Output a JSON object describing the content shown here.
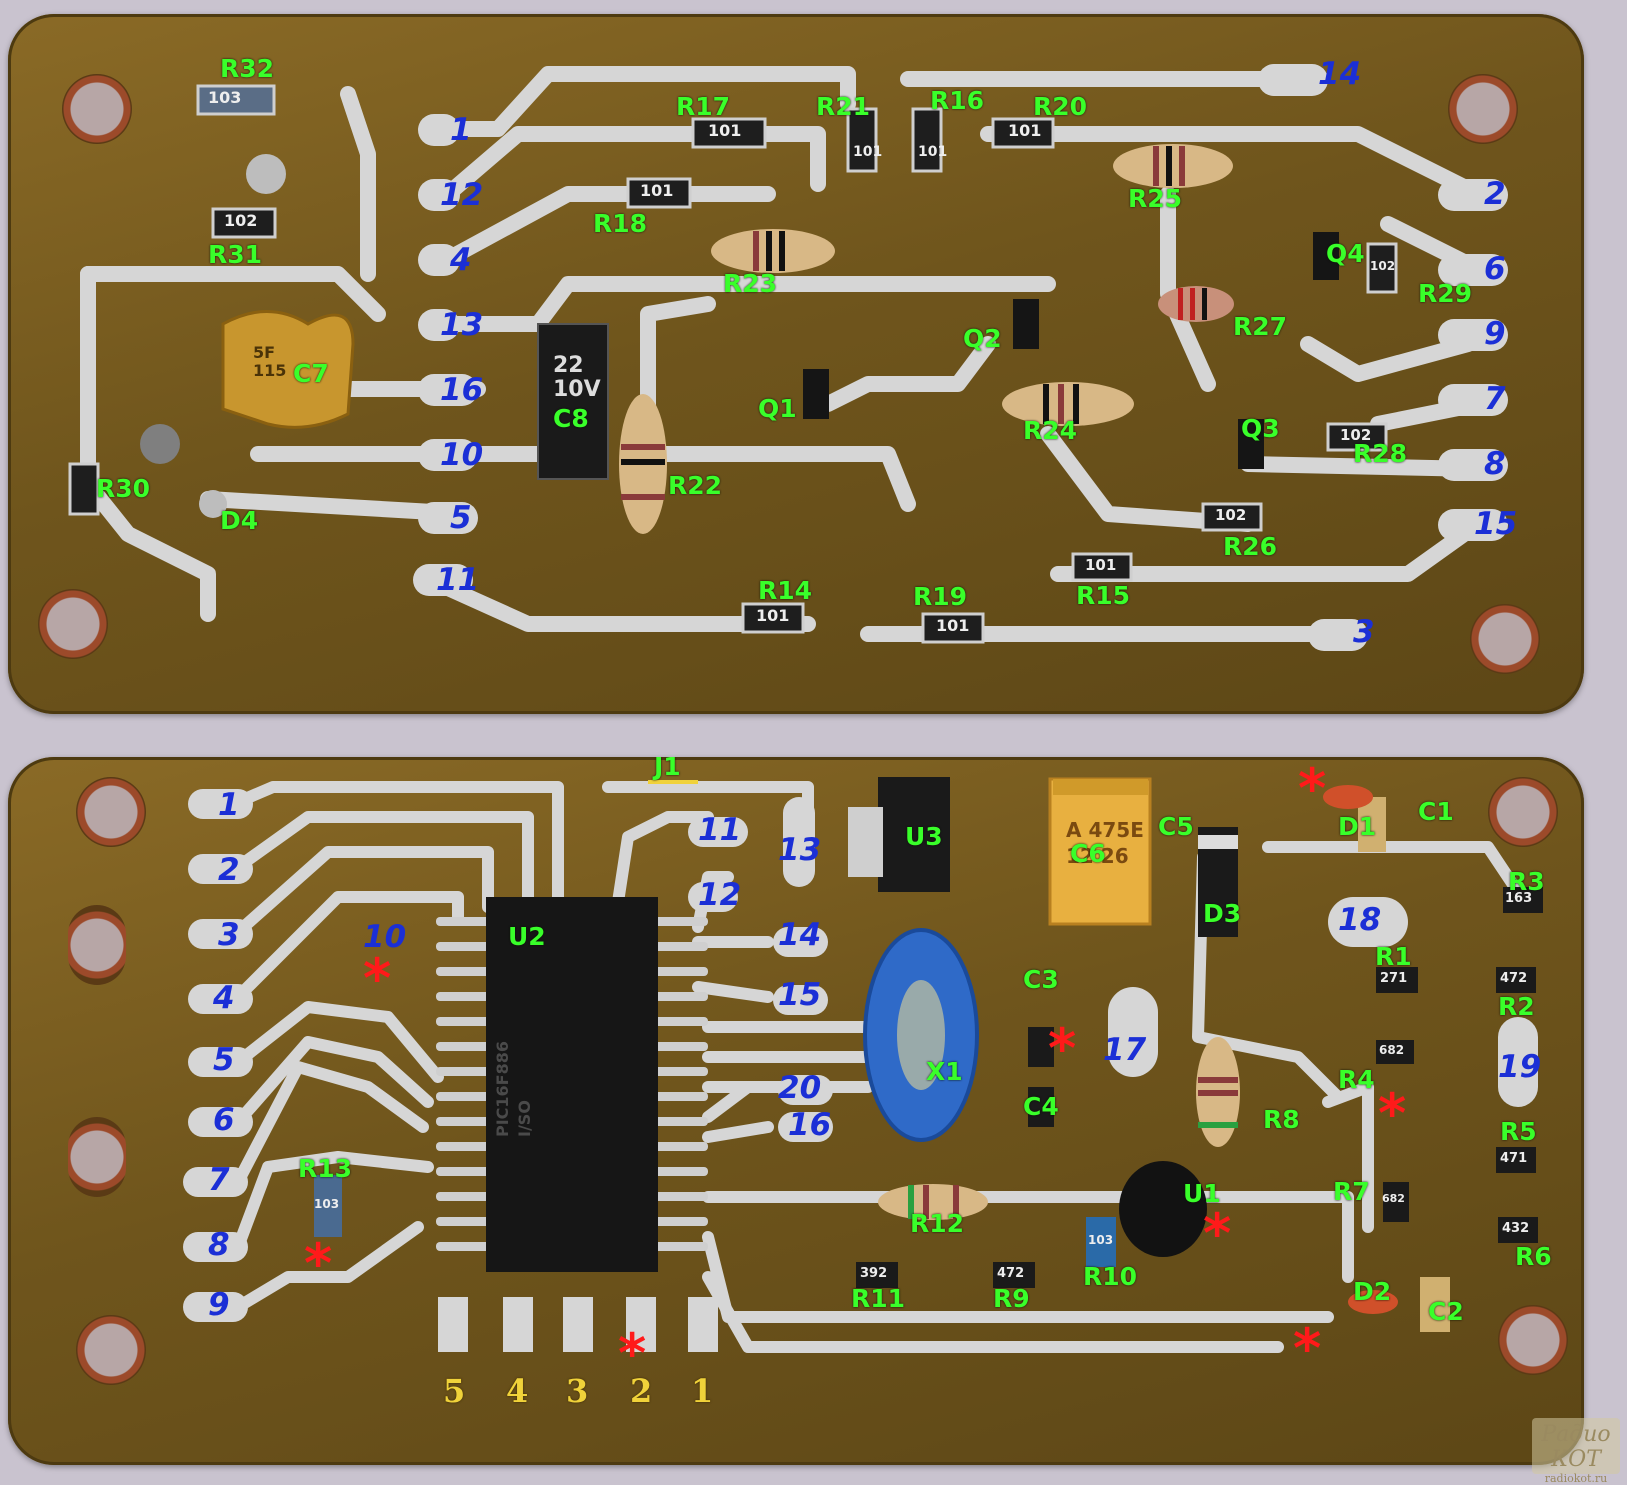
{
  "top_board": {
    "component_labels": [
      "R32",
      "R17",
      "R21",
      "R16",
      "R20",
      "R31",
      "R18",
      "R25",
      "Q4",
      "R29",
      "R23",
      "R27",
      "C7",
      "C8",
      "Q1",
      "Q2",
      "Q3",
      "R24",
      "R28",
      "R30",
      "D4",
      "R22",
      "R26",
      "R15",
      "R14",
      "R19"
    ],
    "pin_labels": [
      "14",
      "1",
      "12",
      "2",
      "6",
      "4",
      "13",
      "9",
      "16",
      "7",
      "10",
      "8",
      "5",
      "15",
      "11",
      "3"
    ],
    "resistor_markings": [
      "103",
      "101",
      "101",
      "101",
      "101",
      "102",
      "101",
      "102",
      "102",
      "102",
      "101",
      "101",
      "101"
    ],
    "capacitor_markings": {
      "c7": "5F\n115",
      "c8": "22\n10V"
    }
  },
  "bottom_board": {
    "component_labels": [
      "J1",
      "U3",
      "C5",
      "C6",
      "D1",
      "C1",
      "D3",
      "R3",
      "U2",
      "C3",
      "R1",
      "R2",
      "X1",
      "R4",
      "C4",
      "R8",
      "R5",
      "R13",
      "R12",
      "U1",
      "R7",
      "R6",
      "R11",
      "R9",
      "R10",
      "D2",
      "C2"
    ],
    "pin_labels": [
      "1",
      "11",
      "13",
      "12",
      "2",
      "3",
      "10",
      "14",
      "18",
      "4",
      "15",
      "17",
      "5",
      "19",
      "20",
      "6",
      "16",
      "7",
      "8",
      "9"
    ],
    "edge_pin_labels": [
      "5",
      "4",
      "3",
      "2",
      "1"
    ],
    "chip_markings": {
      "u2": "PIC16F886\nI/SO"
    },
    "resistor_markings": [
      "163",
      "271",
      "472",
      "682",
      "471",
      "682",
      "432",
      "103",
      "392",
      "472",
      "103"
    ],
    "tantalum_marking": "A 475E\n12 26"
  },
  "watermark": {
    "main": "Радио КОТ",
    "sub": "radiokot.ru"
  }
}
